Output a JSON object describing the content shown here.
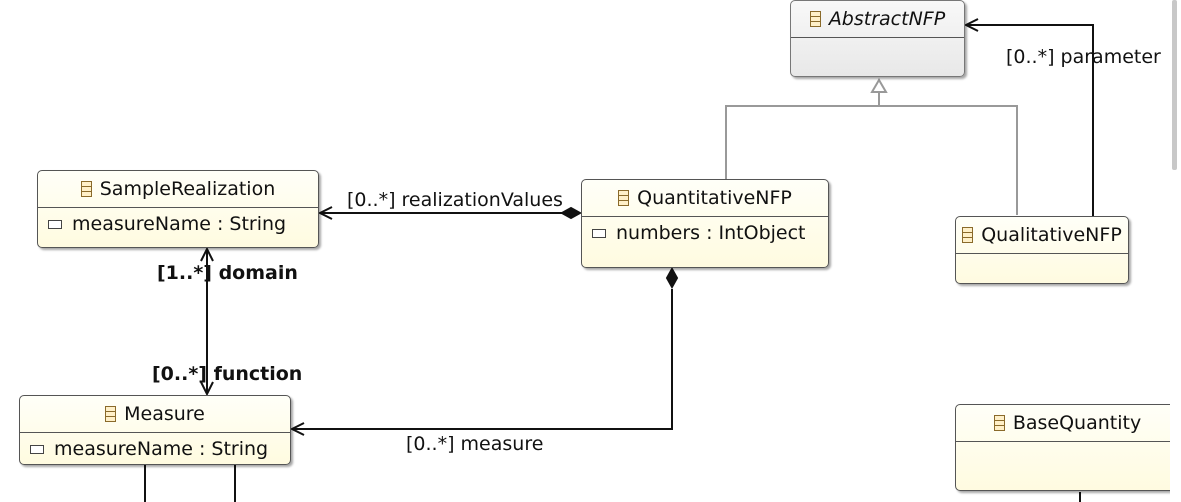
{
  "classes": {
    "abstract_nfp": {
      "name": "AbstractNFP"
    },
    "sample_realization": {
      "name": "SampleRealization",
      "attributes": [
        "measureName : String"
      ]
    },
    "quantitative_nfp": {
      "name": "QuantitativeNFP",
      "attributes": [
        "numbers : IntObject"
      ]
    },
    "qualitative_nfp": {
      "name": "QualitativeNFP"
    },
    "measure": {
      "name": "Measure",
      "attributes": [
        "measureName : String"
      ]
    },
    "base_quantity": {
      "name": "BaseQuantity"
    }
  },
  "edges": {
    "parameter": "[0..*] parameter",
    "realization_values": "[0..*] realizationValues",
    "domain": "[1..*] domain",
    "function": "[0..*] function",
    "measure": "[0..*] measure"
  },
  "colors": {
    "class_fill": "#fffbe0",
    "abstract_fill": "#ececec",
    "line": "#111111",
    "generalization": "#999999"
  }
}
